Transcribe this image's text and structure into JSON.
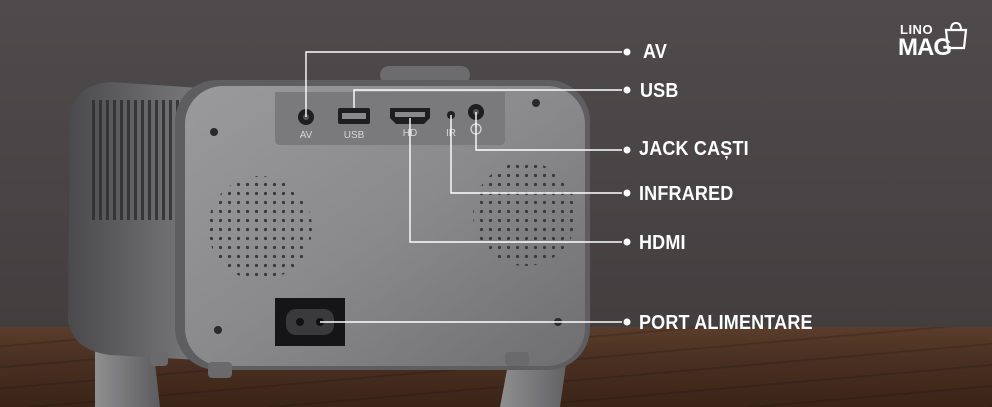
{
  "logo": {
    "line1": "LINO",
    "line2": "MAG"
  },
  "ports": {
    "av": "AV",
    "usb": "USB",
    "hd": "HD",
    "ir": "IR"
  },
  "callouts": [
    {
      "id": "av",
      "text": "AV"
    },
    {
      "id": "usb",
      "text": "USB"
    },
    {
      "id": "jack",
      "text": "JACK CAȘTI"
    },
    {
      "id": "infrared",
      "text": "INFRARED"
    },
    {
      "id": "hdmi",
      "text": "HDMI"
    },
    {
      "id": "power",
      "text": "PORT ALIMENTARE"
    }
  ],
  "colors": {
    "background": "#4a4647",
    "device_body": "#8c8c8e",
    "line": "#ffffff",
    "text": "#ffffff"
  }
}
